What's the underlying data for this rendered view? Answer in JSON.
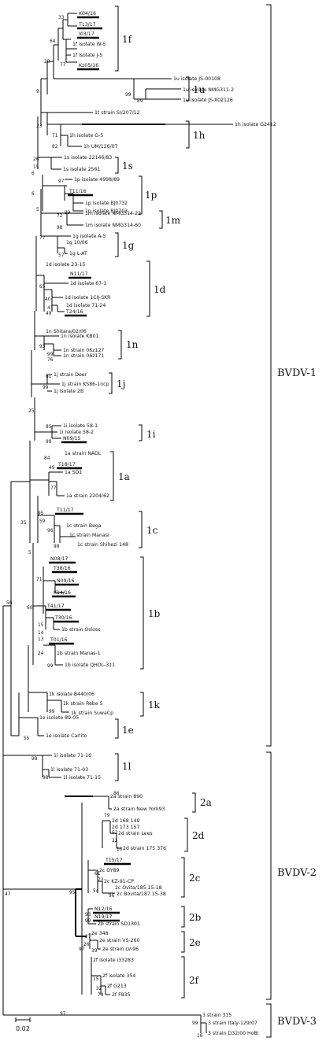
{
  "scale_bar": {
    "label": "0.02"
  },
  "genotypes": [
    "BVDV-1",
    "BVDV-2",
    "BVDV-3"
  ],
  "subgenotypes": [
    "1f",
    "1u",
    "1h",
    "1s",
    "1p",
    "1m",
    "1g",
    "1d",
    "1n",
    "1j",
    "1i",
    "1a",
    "1c",
    "1b",
    "1k",
    "1e",
    "1l",
    "2a",
    "2d",
    "2c",
    "2b",
    "2e",
    "2f"
  ],
  "leaves": [
    "K04/16",
    "T13/17",
    "I03/17",
    "1f isolate W-5",
    "1f isolate J-5",
    "Kz05/16",
    "1u isolate JS-00108",
    "1u isolate NMG311-2",
    "1u isolate JS-X02126",
    "1t strain SI/207/12",
    "1h isolate G2412",
    "1h isolate G-5",
    "1h UM/126/07",
    "1s isolate 22146/83",
    "1s isolate 2561",
    "1p isolate 4998/89",
    "T11/16",
    "1p isolate BJ0732",
    "1p isolate BJ0703",
    "1m isolate NMG314-22",
    "1m isolate NMG314-60",
    "1g isolate A-5",
    "1g 10/06",
    "1g L-AT",
    "1d isolate 23-15",
    "N11/17",
    "1d isolate 67-1",
    "1d isolate 1CIJ-SKR",
    "1d isolate 71-24",
    "T24/16",
    "1n Shitara/02/06",
    "1n isolate KB01",
    "1n strain 06z127",
    "1n strain 06z171",
    "1j strain Deer",
    "1j strain KS86-1ncp",
    "1j isolate 2B",
    "1i isolate 58-1",
    "1i isolate 58-2",
    "N09/15",
    "1a strain NADL",
    "T18/17",
    "1a SD1",
    "1a strain 2204/62",
    "T11/17",
    "1c strain Bega",
    "1c strain Manasi",
    "1c strain Shihezi 148",
    "N08/17",
    "T38/16",
    "N09/16",
    "K14/16",
    "T41/17",
    "T30/16",
    "1b strain Osloss",
    "T01/16",
    "1b strain Manas-1",
    "1b isolate QHOL-311",
    "1k isolate B440/06",
    "1k strain Rebe 5",
    "1k strain SuwaCp",
    "1e isolate 89-05",
    "1e isolate Carlito",
    "1l isolate 71-16",
    "1l isolate 71-03",
    "1l isolate 71-15",
    "2a strain 890",
    "2a strain New York93",
    "2d 168 149",
    "2d 173 157",
    "2d strain Lees",
    "2d strain 175 376",
    "T15/17",
    "2c OY89",
    "2c KZ-91-CP",
    "2c Ovita/185 15-18",
    "2c Bovita/187.15-38",
    "N12/16",
    "N19/17",
    "2b strain SD1301",
    "2e 348",
    "2e strain VS-260",
    "2e strain LV-96",
    "2f isolate i33283",
    "2f isolate 354",
    "2f G213",
    "2f F835",
    "3 strain 315",
    "3 strain Italy-129/07",
    "3 strain D32/00 HoBi"
  ],
  "bootstrap": [
    "33",
    "64",
    "77",
    "28",
    "9",
    "99",
    "89",
    "23",
    "71",
    "82",
    "26",
    "15",
    "99",
    "6",
    "97",
    "72",
    "98",
    "57",
    "6",
    "77",
    "5",
    "65",
    "49",
    "41",
    "40",
    "93",
    "99",
    "76",
    "61",
    "99",
    "25",
    "85",
    "99",
    "84",
    "49",
    "77",
    "59",
    "96",
    "98",
    "35",
    "95",
    "71",
    "15",
    "14",
    "24",
    "13",
    "99",
    "60",
    "5",
    "56",
    "99",
    "55",
    "98",
    "98",
    "47",
    "86",
    "79",
    "52",
    "22",
    "10",
    "61",
    "73",
    "54",
    "96",
    "93",
    "99",
    "27",
    "26",
    "39",
    "95",
    "15",
    "97",
    "74",
    "32",
    "99",
    "16",
    "97"
  ]
}
